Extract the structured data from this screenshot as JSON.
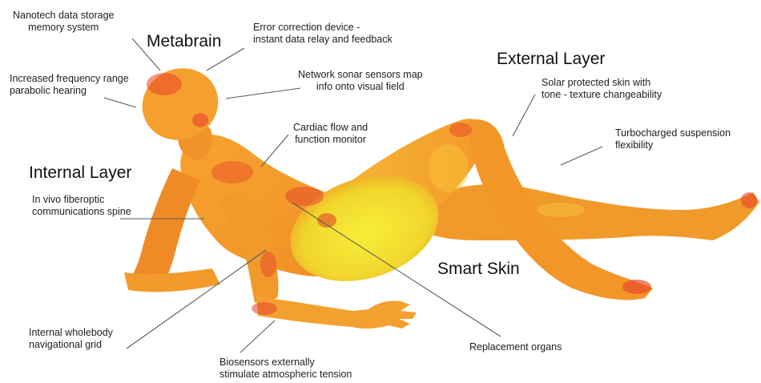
{
  "headings": {
    "metabrain": "Metabrain",
    "external_layer": "External Layer",
    "internal_layer": "Internal Layer",
    "smart_skin": "Smart Skin"
  },
  "labels": {
    "nanotech": [
      "Nanotech data storage",
      "memory system"
    ],
    "error_correction": [
      "Error correction device -",
      "instant data relay and feedback"
    ],
    "frequency": [
      "Increased frequency range",
      "parabolic hearing"
    ],
    "sonar": [
      "Network sonar sensors map",
      "info onto visual field"
    ],
    "solar": [
      "Solar protected skin with",
      "tone - texture changeability"
    ],
    "cardiac": [
      "Cardiac flow and",
      "function monitor"
    ],
    "suspension": [
      "Turbocharged suspension",
      "flexibility"
    ],
    "fiberoptic": [
      "In vivo fiberoptic",
      "communications spine"
    ],
    "navigational": [
      "Internal wholebody",
      "navigational grid"
    ],
    "replacement": [
      "Replacement organs"
    ],
    "biosensors": [
      "Biosensors externally",
      "stimulate atmospheric tension"
    ]
  },
  "colors": {
    "body_orange": "#F39A2B",
    "body_light": "#FBC531",
    "body_red": "#E8442A",
    "organ_yellow": "#F4E62E",
    "line": "#5a5a5a"
  }
}
